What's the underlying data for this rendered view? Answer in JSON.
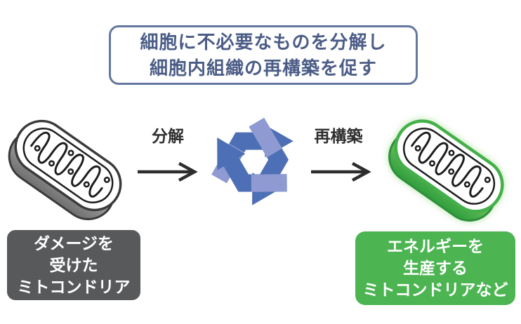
{
  "title_box": {
    "line1": "細胞に不必要なものを分解し",
    "line2": "細胞内組織の再構築を促す"
  },
  "flow": {
    "decompose_label": "分解",
    "rebuild_label": "再構築"
  },
  "captions": {
    "damaged": {
      "lines": [
        "ダメージを",
        "受けた",
        "ミトコンドリア"
      ]
    },
    "healthy": {
      "lines": [
        "エネルギーを",
        "生産する",
        "ミトコンドリアなど"
      ]
    }
  },
  "icons": {
    "recycle": "recycle-icon",
    "left_arrow": "right-arrow-icon",
    "right_arrow": "right-arrow-icon",
    "mito_left": "damaged-mitochondrion-illustration",
    "mito_right": "healthy-mitochondrion-illustration"
  },
  "colors": {
    "title_border": "#64789f",
    "title_text": "#4b5c86",
    "recycle_dark": "#4d6fb5",
    "recycle_light": "#8f9ad2",
    "arrow": "#2d2d2d",
    "damaged_box": "#58595b",
    "healthy_box": "#4cb552",
    "mito_gray_side": "#7a7a7a",
    "mito_green_side": "#3fae47"
  }
}
